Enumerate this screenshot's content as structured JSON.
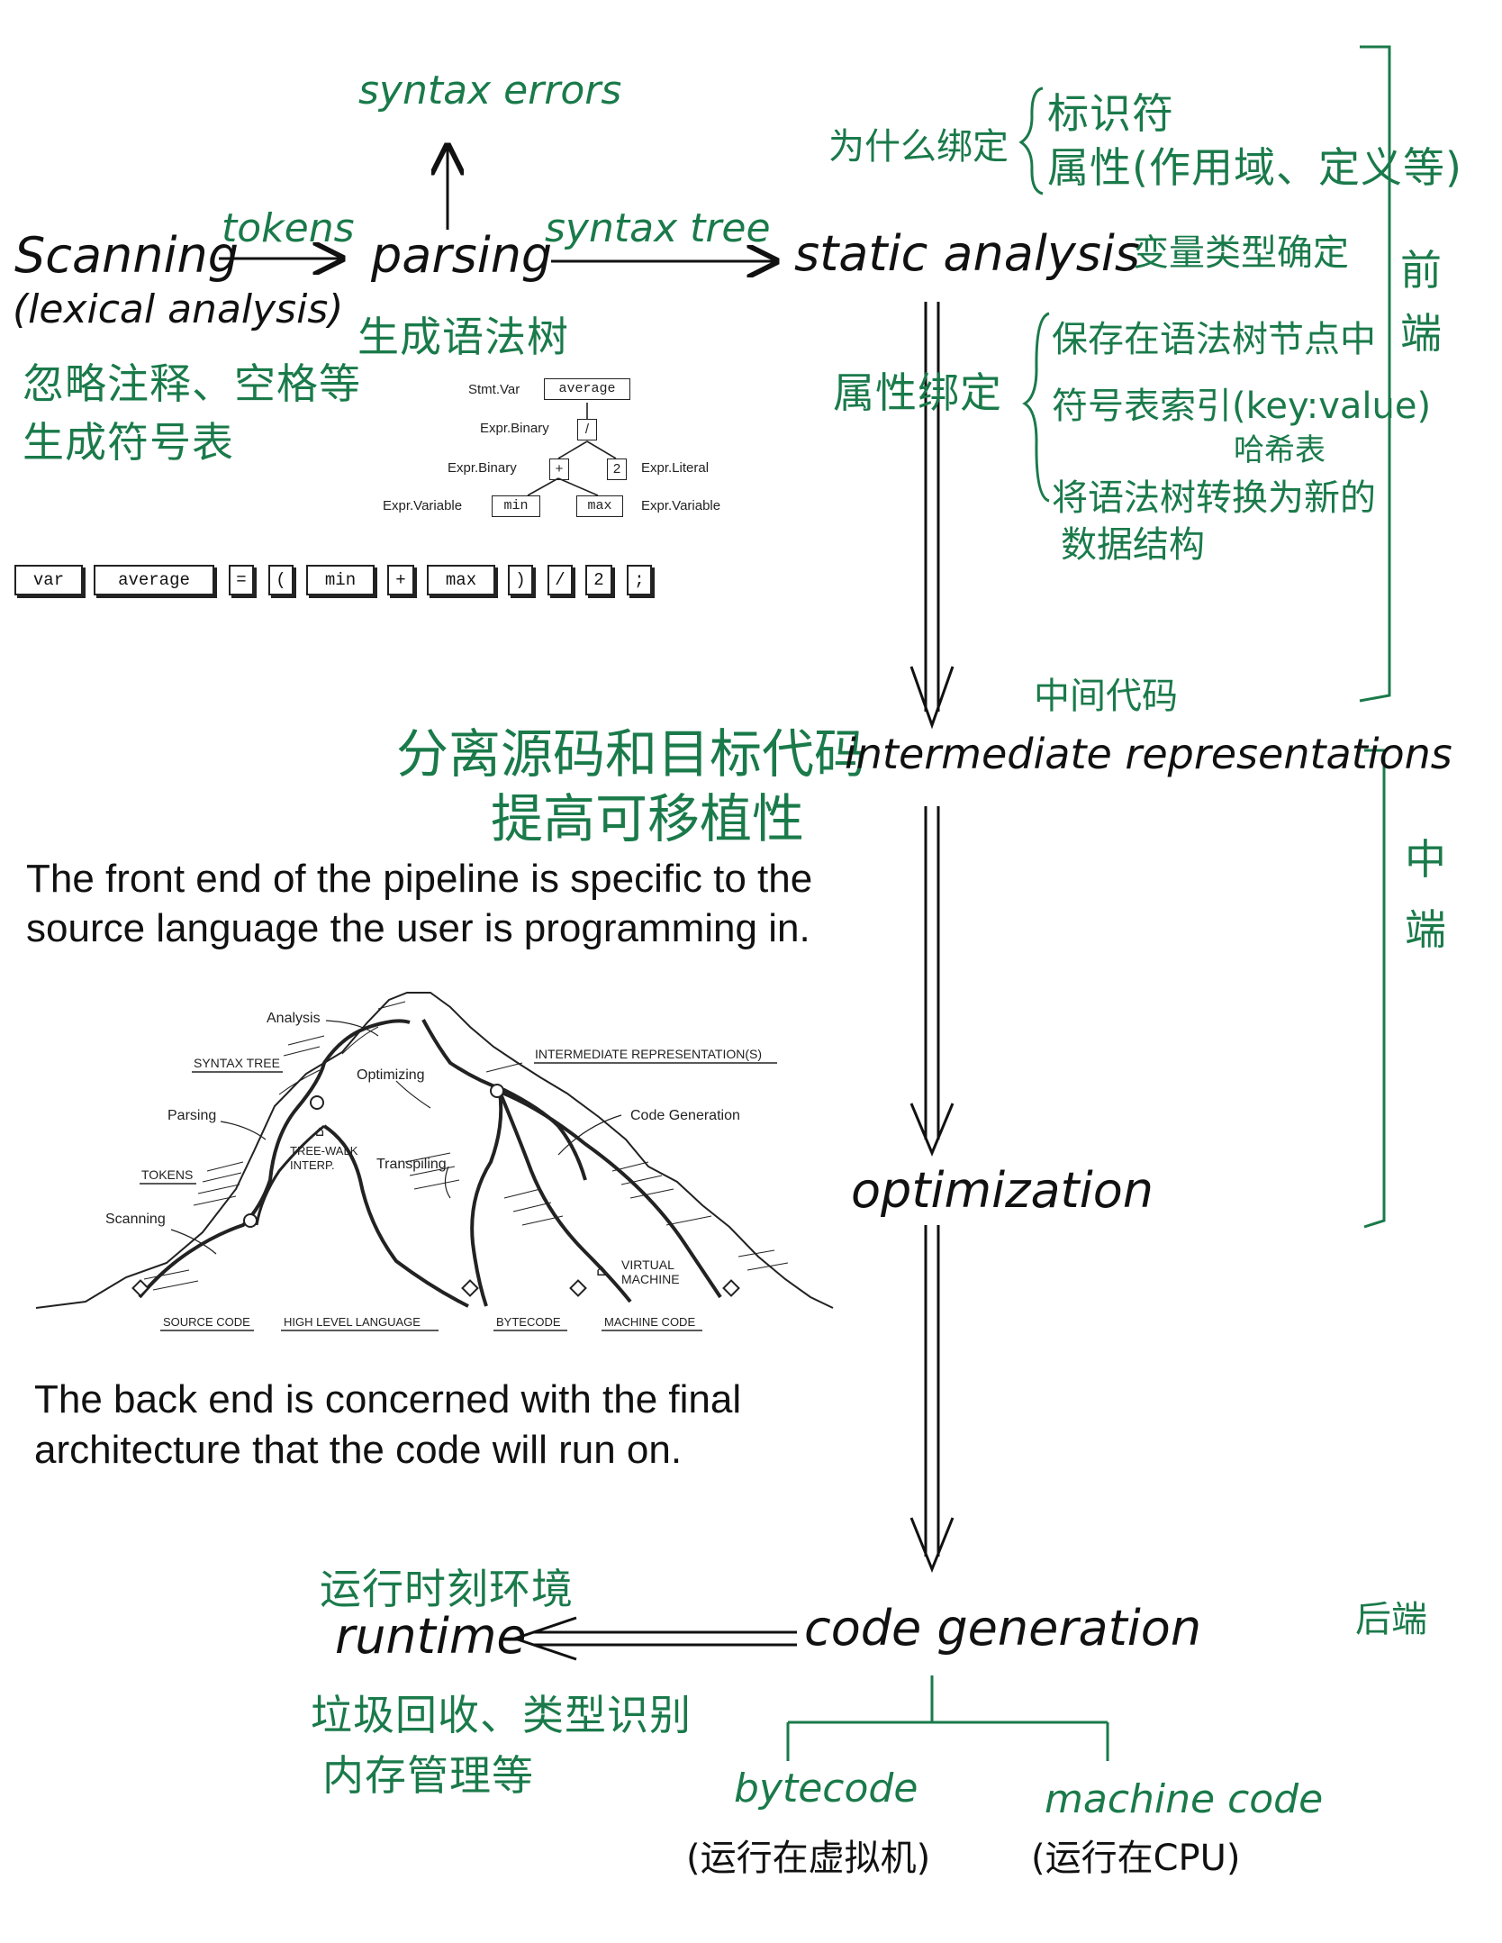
{
  "pipeline": {
    "scanning": "Scanning",
    "lexical": "(lexical analysis)",
    "tokens": "tokens",
    "parsing": "parsing",
    "syntax_errors": "syntax errors",
    "syntax_tree": "syntax tree",
    "static_analysis": "static analysis",
    "ir": "intermediate representations",
    "optimization": "optimization",
    "code_generation": "code generation",
    "runtime": "runtime",
    "bytecode": "bytecode",
    "machine_code": "machine code"
  },
  "notes": {
    "scan_note1": "忽略注释、空格等",
    "scan_note2": "生成符号表",
    "parse_note": "生成语法树",
    "why_bind": "为什么绑定",
    "bind_item1": "标识符",
    "bind_item2": "属性(作用域、定义等)",
    "var_type": "变量类型确定",
    "attr_bind": "属性绑定",
    "attr_item1": "保存在语法树节点中",
    "attr_item2": "符号表索引(key:value)",
    "attr_item2b": "哈希表",
    "attr_item3a": "将语法树转换为新的",
    "attr_item3b": "数据结构",
    "front_end": "前端",
    "ir_cn": "中间代码",
    "ir_note1": "分离源码和目标代码",
    "ir_note2": "提高可移植性",
    "middle_end": "中端",
    "back_end": "后端",
    "runtime_cn": "运行时刻环境",
    "runtime_note1": "垃圾回收、类型识别",
    "runtime_note2": "内存管理等",
    "bytecode_note": "(运行在虚拟机)",
    "machine_note": "(运行在CPU)"
  },
  "tree_figure": {
    "stmt_var": "Stmt.Var",
    "average": "average",
    "expr_binary1": "Expr.Binary",
    "slash": "/",
    "expr_binary2": "Expr.Binary",
    "plus": "+",
    "two": "2",
    "expr_literal": "Expr.Literal",
    "expr_variable1": "Expr.Variable",
    "min": "min",
    "max": "max",
    "expr_variable2": "Expr.Variable"
  },
  "token_row": [
    "var",
    "average",
    "=",
    "(",
    "min",
    "+",
    "max",
    ")",
    "/",
    "2",
    ";"
  ],
  "text": {
    "front_para1": "The front end of the pipeline is specific to the",
    "front_para2": "source language the user is programming in.",
    "back_para1": "The back end is concerned with the final",
    "back_para2": "architecture that the code will run on."
  },
  "mountain": {
    "analysis": "Analysis",
    "syntax_tree": "SYNTAX TREE",
    "optimizing": "Optimizing",
    "ir": "INTERMEDIATE REPRESENTATION(S)",
    "parsing": "Parsing",
    "code_generation": "Code Generation",
    "tree_walk1": "TREE-WALK",
    "tree_walk2": "INTERP.",
    "transpiling": "Transpiling",
    "tokens": "TOKENS",
    "scanning": "Scanning",
    "vm1": "VIRTUAL",
    "vm2": "MACHINE",
    "source_code": "SOURCE CODE",
    "high_level": "HIGH LEVEL LANGUAGE",
    "bytecode": "BYTECODE",
    "machine_code": "MACHINE CODE"
  }
}
